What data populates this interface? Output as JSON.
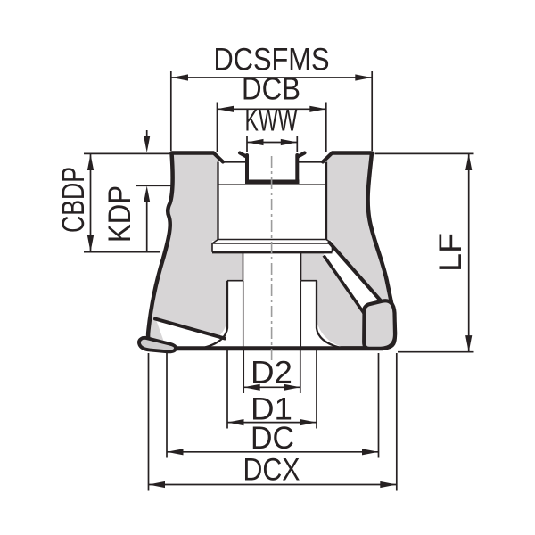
{
  "diagram": {
    "type": "technical-drawing",
    "subject": "face-mill-cutter-cross-section",
    "labels": {
      "dcsfms": "DCSFMS",
      "dcb": "DCB",
      "kww": "KWW",
      "cbdp": "CBDP",
      "kdp": "KDP",
      "lf": "LF",
      "d2": "D2",
      "d1": "D1",
      "dc": "DC",
      "dcx": "DCX"
    },
    "colors": {
      "body_fill": "#d7d5d6",
      "line": "#262122",
      "centerline": "#9c9c9c",
      "background": "#ffffff"
    }
  }
}
